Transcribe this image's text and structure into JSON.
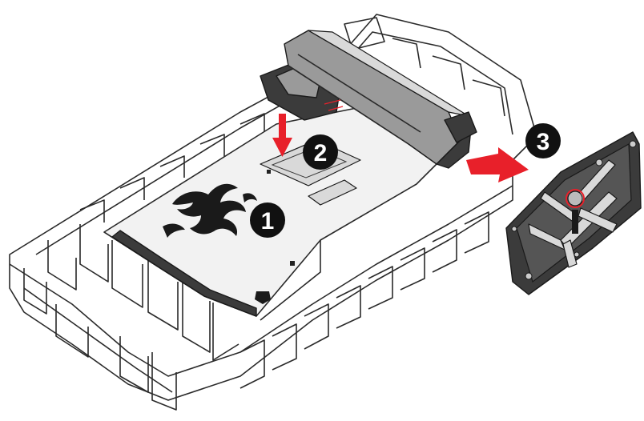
{
  "steps": [
    {
      "number": "1"
    },
    {
      "number": "2"
    },
    {
      "number": "3"
    }
  ],
  "colors": {
    "arrow": "#e8202a",
    "badge": "#111111",
    "badge_text": "#ffffff",
    "line": "#2a2a2a"
  },
  "icons": {
    "logo": "dragon-logo-icon",
    "arrow_down": "arrow-down-icon",
    "arrow_left": "arrow-left-icon"
  }
}
